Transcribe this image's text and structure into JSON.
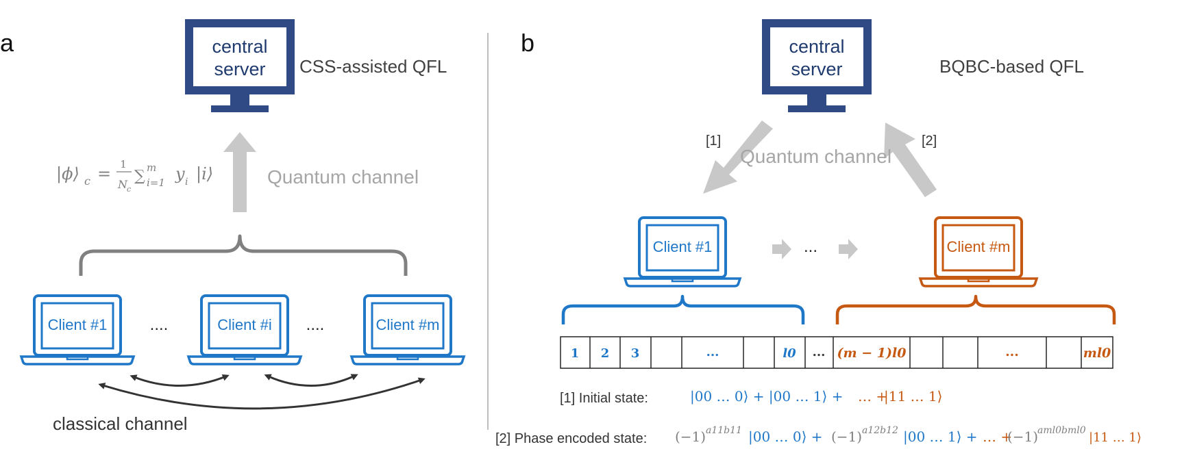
{
  "panel_a": {
    "letter": "a",
    "server_line1": "central",
    "server_line2": "server",
    "title": "CSS-assisted QFL",
    "formula": "|ϕ⟩c = (1/Nc) Σ_{i=1}^{m} yi |i⟩",
    "formula_ket": "|ϕ⟩",
    "formula_sub_c": "c",
    "formula_eq": "=",
    "formula_frac_num": "1",
    "formula_frac_den": "N",
    "formula_frac_den_sub": "c",
    "formula_sum": "∑",
    "formula_sum_sub": "i=1",
    "formula_sum_sup": "m",
    "formula_y": "y",
    "formula_y_sub": "i",
    "formula_ket_i": "|i⟩",
    "channel_label": "Quantum channel",
    "clients": [
      "Client #1",
      "Client #i",
      "Client #m"
    ],
    "ellipsis_1": "....",
    "ellipsis_2": "....",
    "classical_label": "classical channel"
  },
  "panel_b": {
    "letter": "b",
    "server_line1": "central",
    "server_line2": "server",
    "title": "BQBC-based QFL",
    "step1": "[1]",
    "step2": "[2]",
    "channel_label": "Quantum channel",
    "client_first": "Client #1",
    "client_last": "Client #m",
    "ellipsis": "...",
    "register_cells": [
      "1",
      "2",
      "3",
      "",
      "...",
      "",
      "l0",
      "...",
      "(m − 1)l0",
      "",
      "",
      "...",
      "",
      "ml0"
    ],
    "initial_state_label": "[1] Initial state:",
    "initial_state_blue": "|00 … 0⟩ + |00 … 1⟩ +",
    "initial_state_mid": "… +",
    "initial_state_orange": "|11 … 1⟩",
    "phase_state_label": "[2] Phase encoded state:",
    "phase_term1_coef": "(−1)",
    "phase_term1_exp": "a11b11",
    "phase_term1_ket": "|00 … 0⟩ +",
    "phase_term2_coef": "(−1)",
    "phase_term2_exp": "a12b12",
    "phase_term2_ket": "|00 … 1⟩ +",
    "phase_mid": "… +",
    "phase_term3_coef": "(−1)",
    "phase_term3_exp": "aml0bml0",
    "phase_term3_ket": "|11 … 1⟩"
  },
  "colors": {
    "server": "#2f4a84",
    "blue": "#1f77c8",
    "orange": "#c65911",
    "gray_arrow": "#c8c8c8",
    "brace_gray": "#808080",
    "divider": "#bfbfbf",
    "classical_arrow": "#333333"
  }
}
